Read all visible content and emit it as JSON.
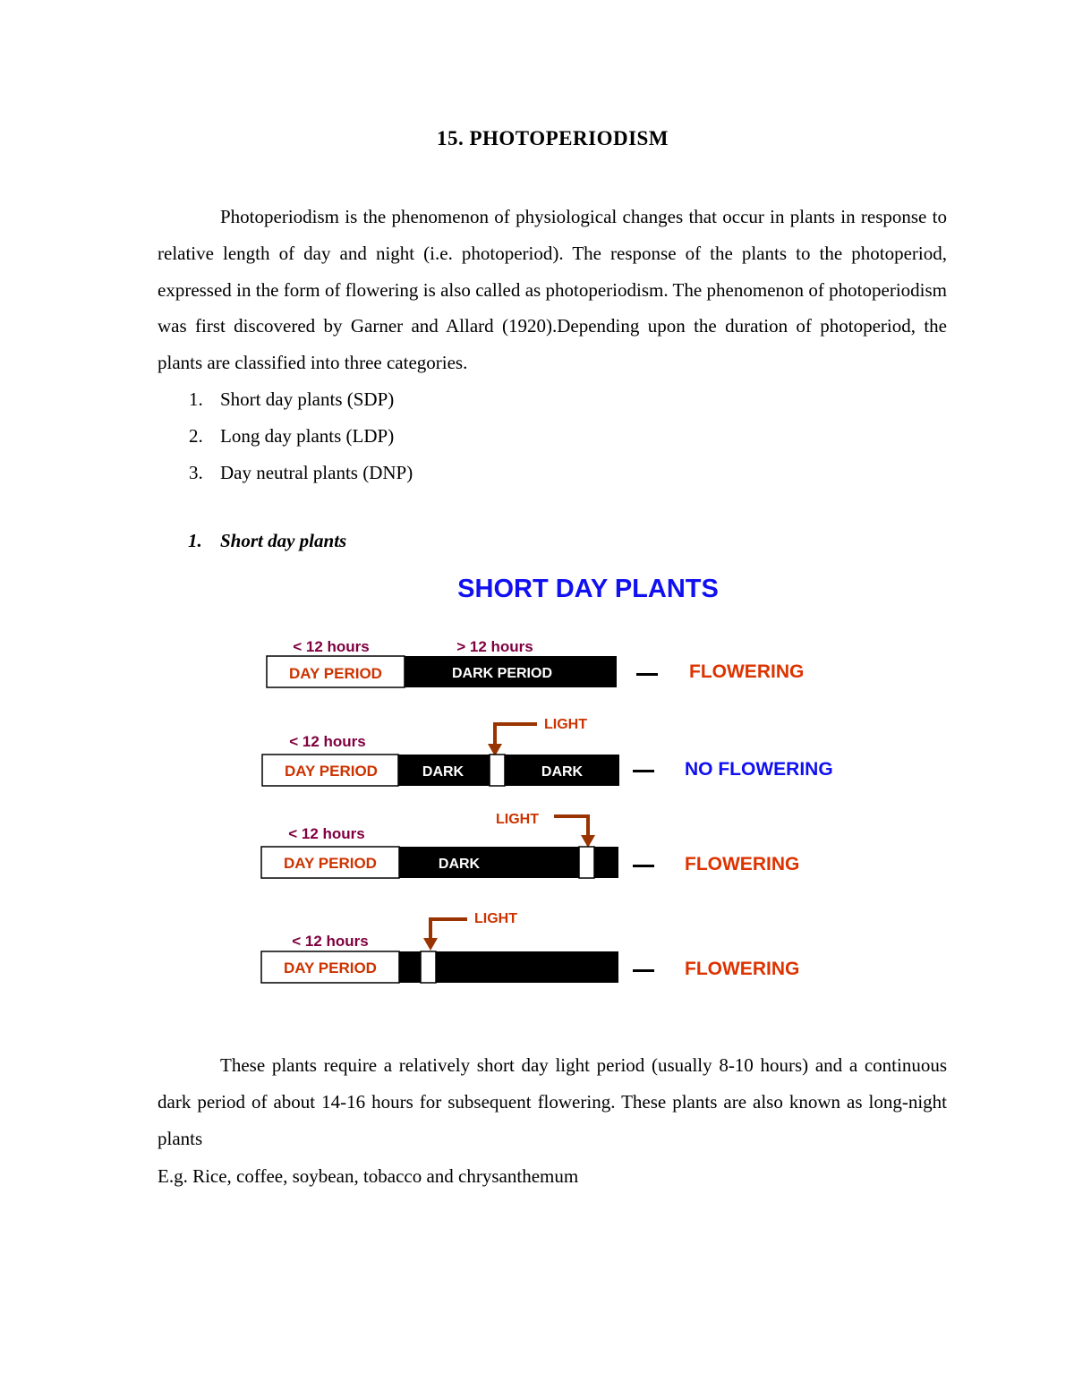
{
  "title": "15. PHOTOPERIODISM",
  "intro": "Photoperiodism is the phenomenon of physiological changes that occur in plants in response to relative length of day and night (i.e. photoperiod). The response of the plants to the photoperiod, expressed in the form of flowering is also called as photoperiodism. The phenomenon of photoperiodism was first discovered by Garner and Allard (1920).Depending upon the duration of photoperiod, the plants are classified into three categories.",
  "categories": [
    {
      "num": "1.",
      "label": "Short day plants (SDP)"
    },
    {
      "num": "2.",
      "label": "Long day plants (LDP)"
    },
    {
      "num": "3.",
      "label": "Day neutral plants (DNP)"
    }
  ],
  "section": {
    "num": "1.",
    "label": "Short day plants"
  },
  "diagram": {
    "title": "SHORT DAY PLANTS",
    "colors": {
      "title": "#1010f0",
      "hours": "#800040",
      "day": "#cc3300",
      "flower": "#dd3300",
      "noflower": "#1010f0",
      "arrow": "#993300"
    },
    "rows": [
      {
        "hours_day": "< 12 hours",
        "hours_dark": "> 12 hours",
        "day_label": "DAY PERIOD",
        "dark_label": "DARK PERIOD",
        "result": "FLOWERING"
      },
      {
        "hours_day": "< 12 hours",
        "day_label": "DAY PERIOD",
        "dark1_label": "DARK",
        "dark2_label": "DARK",
        "light_label": "LIGHT",
        "result": "NO FLOWERING"
      },
      {
        "hours_day": "< 12 hours",
        "day_label": "DAY PERIOD",
        "dark_label": "DARK",
        "light_label": "LIGHT",
        "result": "FLOWERING"
      },
      {
        "hours_day": "< 12 hours",
        "day_label": "DAY PERIOD",
        "light_label": "LIGHT",
        "result": "FLOWERING"
      }
    ]
  },
  "description": "These plants require a relatively short day light period (usually 8-10 hours) and a continuous dark period of about 14-16 hours for subsequent flowering. These plants are also known as long-night plants",
  "examples": "E.g. Rice, coffee, soybean, tobacco and chrysanthemum"
}
